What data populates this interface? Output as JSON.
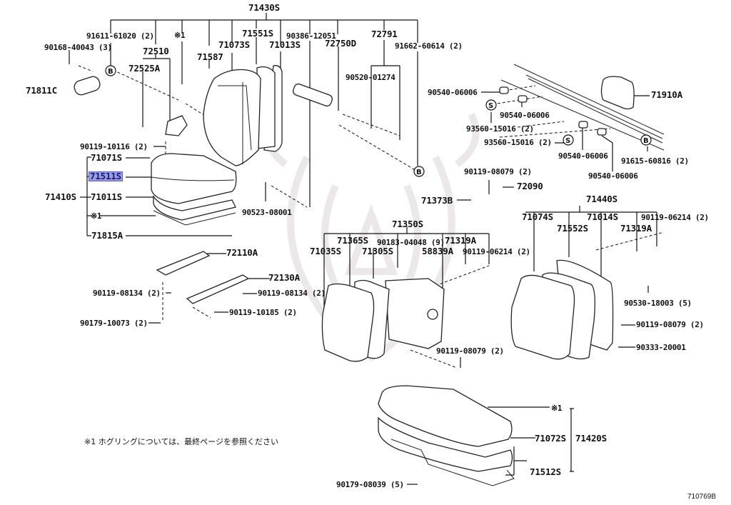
{
  "diagram": {
    "title": "Seat parts exploded diagram",
    "figure_number": "710769B",
    "footnote": "※1 ホグリングについては、最終ページを参照ください",
    "highlight_color": "#9a9ee6",
    "callouts": {
      "c71430S": "71430S",
      "c91611": "91611-61020 (2)",
      "c90168": "90168-40043 (3)",
      "cRef1a": "※1",
      "c72510": "72510",
      "c72525A": "72525A",
      "c71587": "71587",
      "c71073S": "71073S",
      "c71551S": "71551S",
      "c71013S": "71013S",
      "c90386": "90386-12051",
      "c72750D": "72750D",
      "c72791": "72791",
      "c91662": "91662-60614 (2)",
      "c90520": "90520-01274",
      "c71811C": "71811C",
      "c90540a": "90540-06006",
      "c90540b": "90540-06006",
      "c90540c": "90540-06006",
      "c90540d": "90540-06006",
      "c93560a": "93560-15016 (2)",
      "c93560b": "93560-15016 (2)",
      "c91615": "91615-60816 (2)",
      "c71910A": "71910A",
      "c90119_10116": "90119-10116 (2)",
      "c71071S": "71071S",
      "c71511S": "71511S",
      "c71410S": "71410S",
      "c71011S": "71011S",
      "cRef1b": "※1",
      "c71815A": "71815A",
      "c90523": "90523-08001",
      "c90119_08079a": "90119-08079 (2)",
      "c72090": "72090",
      "c71373B": "71373B",
      "c71350S": "71350S",
      "c71365S": "71365S",
      "c90183": "90183-04048 (9)",
      "c71319Aa": "71319A",
      "c71035S": "71035S",
      "c71305S": "71305S",
      "c58839A": "58839A",
      "c90119_06214a": "90119-06214 (2)",
      "c71440S": "71440S",
      "c71074S": "71074S",
      "c71014S": "71014S",
      "c90119_06214b": "90119-06214 (2)",
      "c71552S": "71552S",
      "c71319Ab": "71319A",
      "c90530": "90530-18003 (5)",
      "c90119_08079b": "90119-08079 (2)",
      "c90333": "90333-20001",
      "c72110A": "72110A",
      "c72130A": "72130A",
      "c90119_08134a": "90119-08134 (2)",
      "c90119_08134b": "90119-08134 (2)",
      "c90119_10185": "90119-10185 (2)",
      "c90179_10073": "90179-10073 (2)",
      "c90119_08079c": "90119-08079 (2)",
      "cRef1c": "※1",
      "c71072S": "71072S",
      "c71420S": "71420S",
      "c71512S": "71512S",
      "c90179_08039": "90179-08039 (5)"
    },
    "markers": {
      "bolt_ref": "B",
      "stud_ref": "S"
    }
  }
}
